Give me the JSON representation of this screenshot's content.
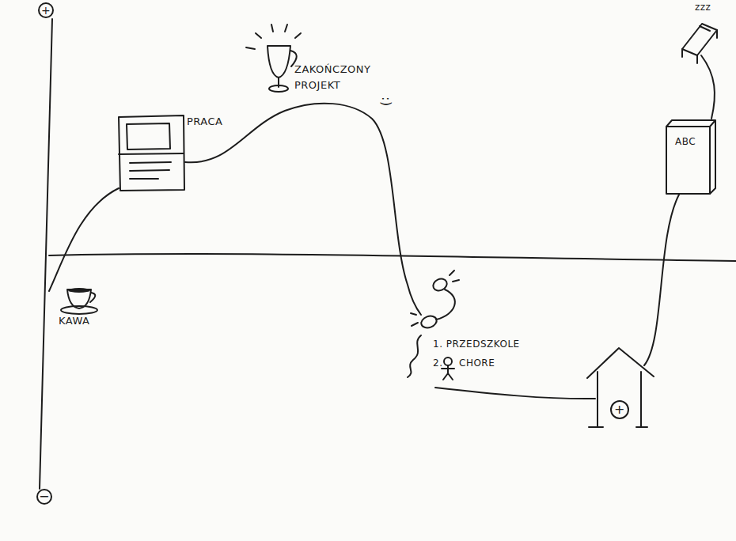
{
  "diagram": {
    "labels": [
      "+",
      "PRACA",
      "ZAKOŃCZONY PROJEKT",
      ":)",
      "KAWA",
      "1. PRZEDSZKOLE",
      "2.",
      "CHORE",
      "+",
      "ABC",
      "zzz",
      "−"
    ]
  }
}
